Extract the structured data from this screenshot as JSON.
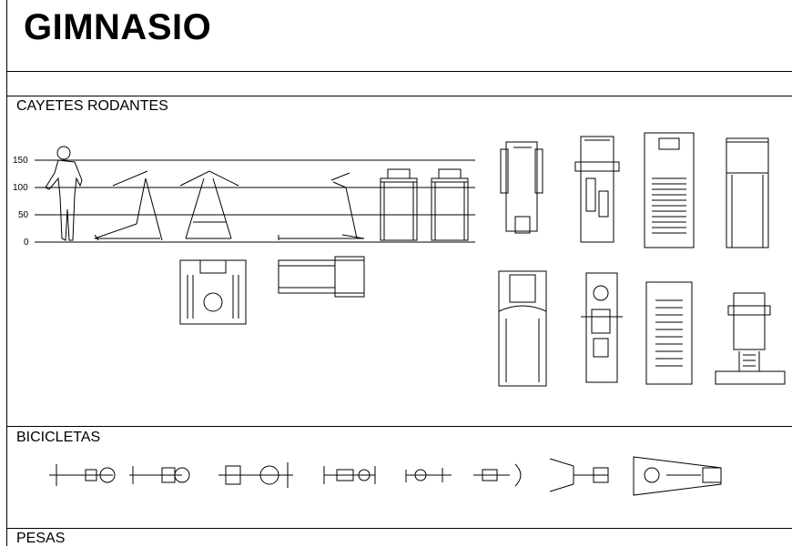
{
  "title": "GIMNASIO",
  "sections": {
    "treadmills": "CAYETES RODANTES",
    "bikes": "BICICLETAS",
    "weights": "PESAS"
  },
  "scale": {
    "ticks": [
      "150",
      "100",
      "50",
      "0"
    ]
  },
  "icons": {
    "person": "human-silhouette-icon",
    "treadmill": "treadmill-icon",
    "bike": "exercise-bike-icon"
  }
}
